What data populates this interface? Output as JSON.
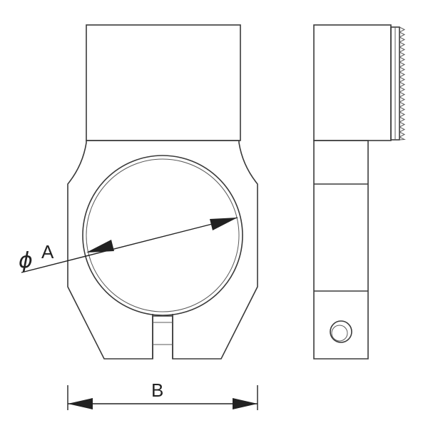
{
  "labels": {
    "diameter_symbol": "ϕ",
    "diameter_letter": "A",
    "width_letter": "B"
  },
  "colors": {
    "line": "#3a3a3a",
    "knurl": "#333333",
    "background": "#ffffff"
  }
}
